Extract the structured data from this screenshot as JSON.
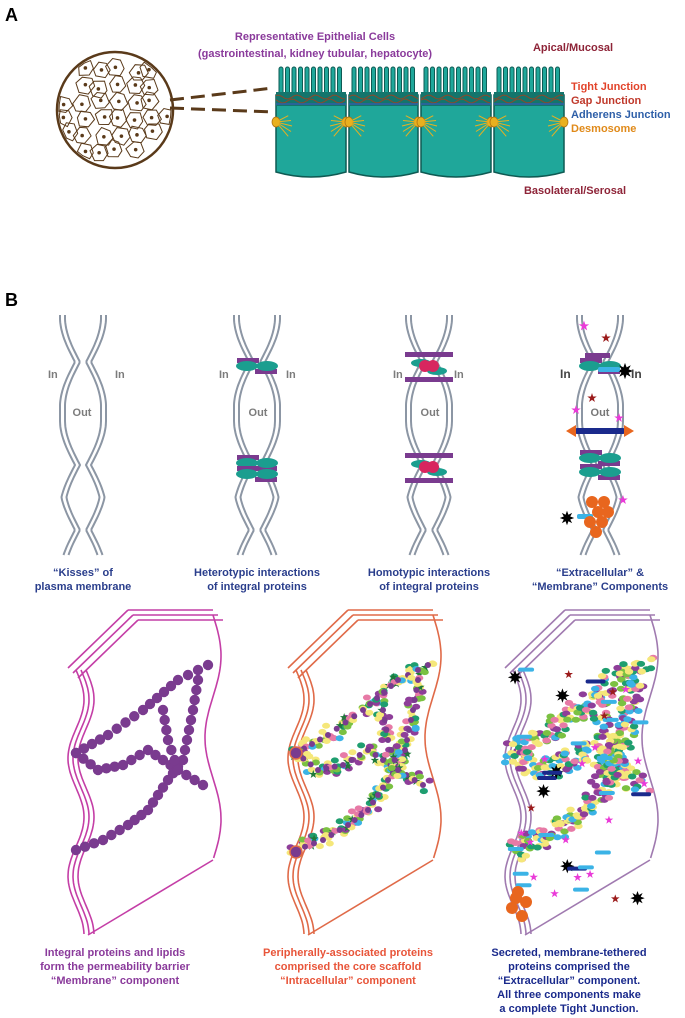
{
  "panel_a": {
    "letter": "A",
    "title_line1": "Representative Epithelial Cells",
    "title_line2": "(gastrointestinal, kidney tubular, hepatocyte)",
    "apical": "Apical/Mucosal",
    "basolateral": "Basolateral/Serosal",
    "legend": {
      "tight": "Tight Junction",
      "gap": "Gap Junction",
      "adherens": "Adherens Junction",
      "desmosome": "Desmosome"
    }
  },
  "panel_b": {
    "letter": "B",
    "in_label": "In",
    "out_label": "Out",
    "captions": [
      {
        "line1": "“Kisses” of",
        "line2": "plasma membrane"
      },
      {
        "line1": "Heterotypic interactions",
        "line2": "of integral proteins"
      },
      {
        "line1": "Homotypic interactions",
        "line2": "of integral proteins"
      },
      {
        "line1": "“Extracellular” &",
        "line2": "“Membrane” Components"
      }
    ],
    "bottom_captions": [
      {
        "lines": [
          "Integral proteins and lipids",
          "form the permeability barrier",
          "“Membrane” component"
        ]
      },
      {
        "lines": [
          "Peripherally-associated proteins",
          "comprised the core scaffold",
          "“Intracellular” component"
        ]
      },
      {
        "lines": [
          "Secreted, membrane-tethered",
          "proteins comprised the",
          "“Extracellular” component.",
          "All three components make",
          "a complete Tight Junction."
        ]
      }
    ]
  },
  "colors": {
    "membrane": "#8c96a4",
    "cell_fill": "#1fa79a",
    "cell_dark": "#14756c",
    "purple": "#7a3b8f",
    "teal": "#1b9e8f",
    "magenta": "#d8265f",
    "orange": "#e8661e",
    "star_pink": "#ea3ad8",
    "star_red": "#9b1b1b",
    "navy": "#1a2a8c",
    "cyan": "#3bb3e6",
    "title_purple": "#8a3a9b",
    "apical_red": "#8e2438",
    "tight_red": "#e2432a",
    "gap_red": "#c0392b",
    "adherens_blue": "#2e5fa8",
    "desmo_orange": "#e08a1a",
    "cap1": "#2a3e8c",
    "bcap1": "#8a3a9b",
    "bcap2": "#e8553a",
    "bcap3": "#1a2a8c",
    "tube1": "#c43ea6",
    "tube2": "#e06a48",
    "tube3": "#a07ab0"
  }
}
